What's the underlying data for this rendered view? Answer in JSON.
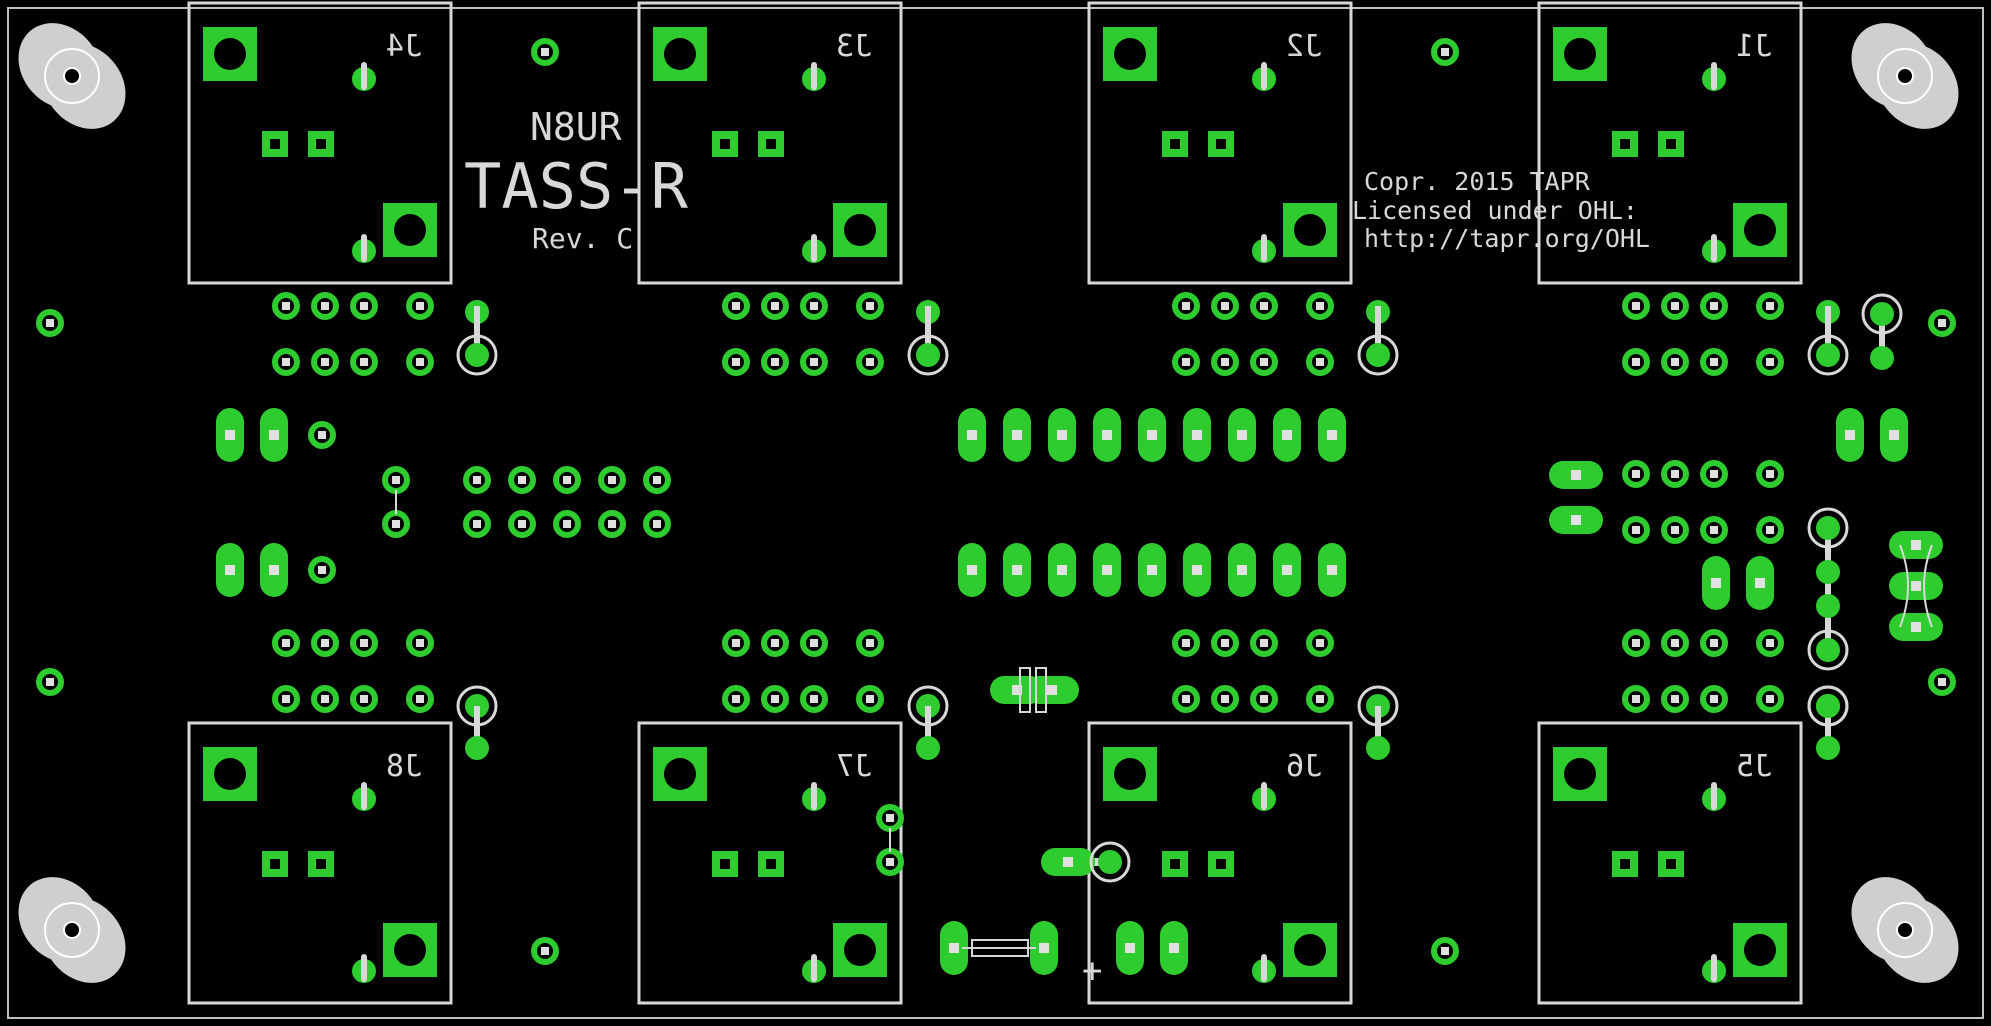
{
  "colors": {
    "background": "#000000",
    "copper": "#2ecc2e",
    "silkscreen": "#d8d8d8"
  },
  "title_block": {
    "callsign": "N8UR",
    "project": "TASS-R",
    "revision": "Rev. C"
  },
  "license": {
    "line1": "Copr. 2015 TAPR",
    "line2": "Licensed under OHL:",
    "line3": "http://tapr.org/OHL"
  },
  "connectors": [
    {
      "ref": "J4"
    },
    {
      "ref": "J3"
    },
    {
      "ref": "J2"
    },
    {
      "ref": "J1"
    },
    {
      "ref": "J8"
    },
    {
      "ref": "J7"
    },
    {
      "ref": "J6"
    },
    {
      "ref": "J5"
    }
  ],
  "component_marks": {
    "plus": "+"
  }
}
